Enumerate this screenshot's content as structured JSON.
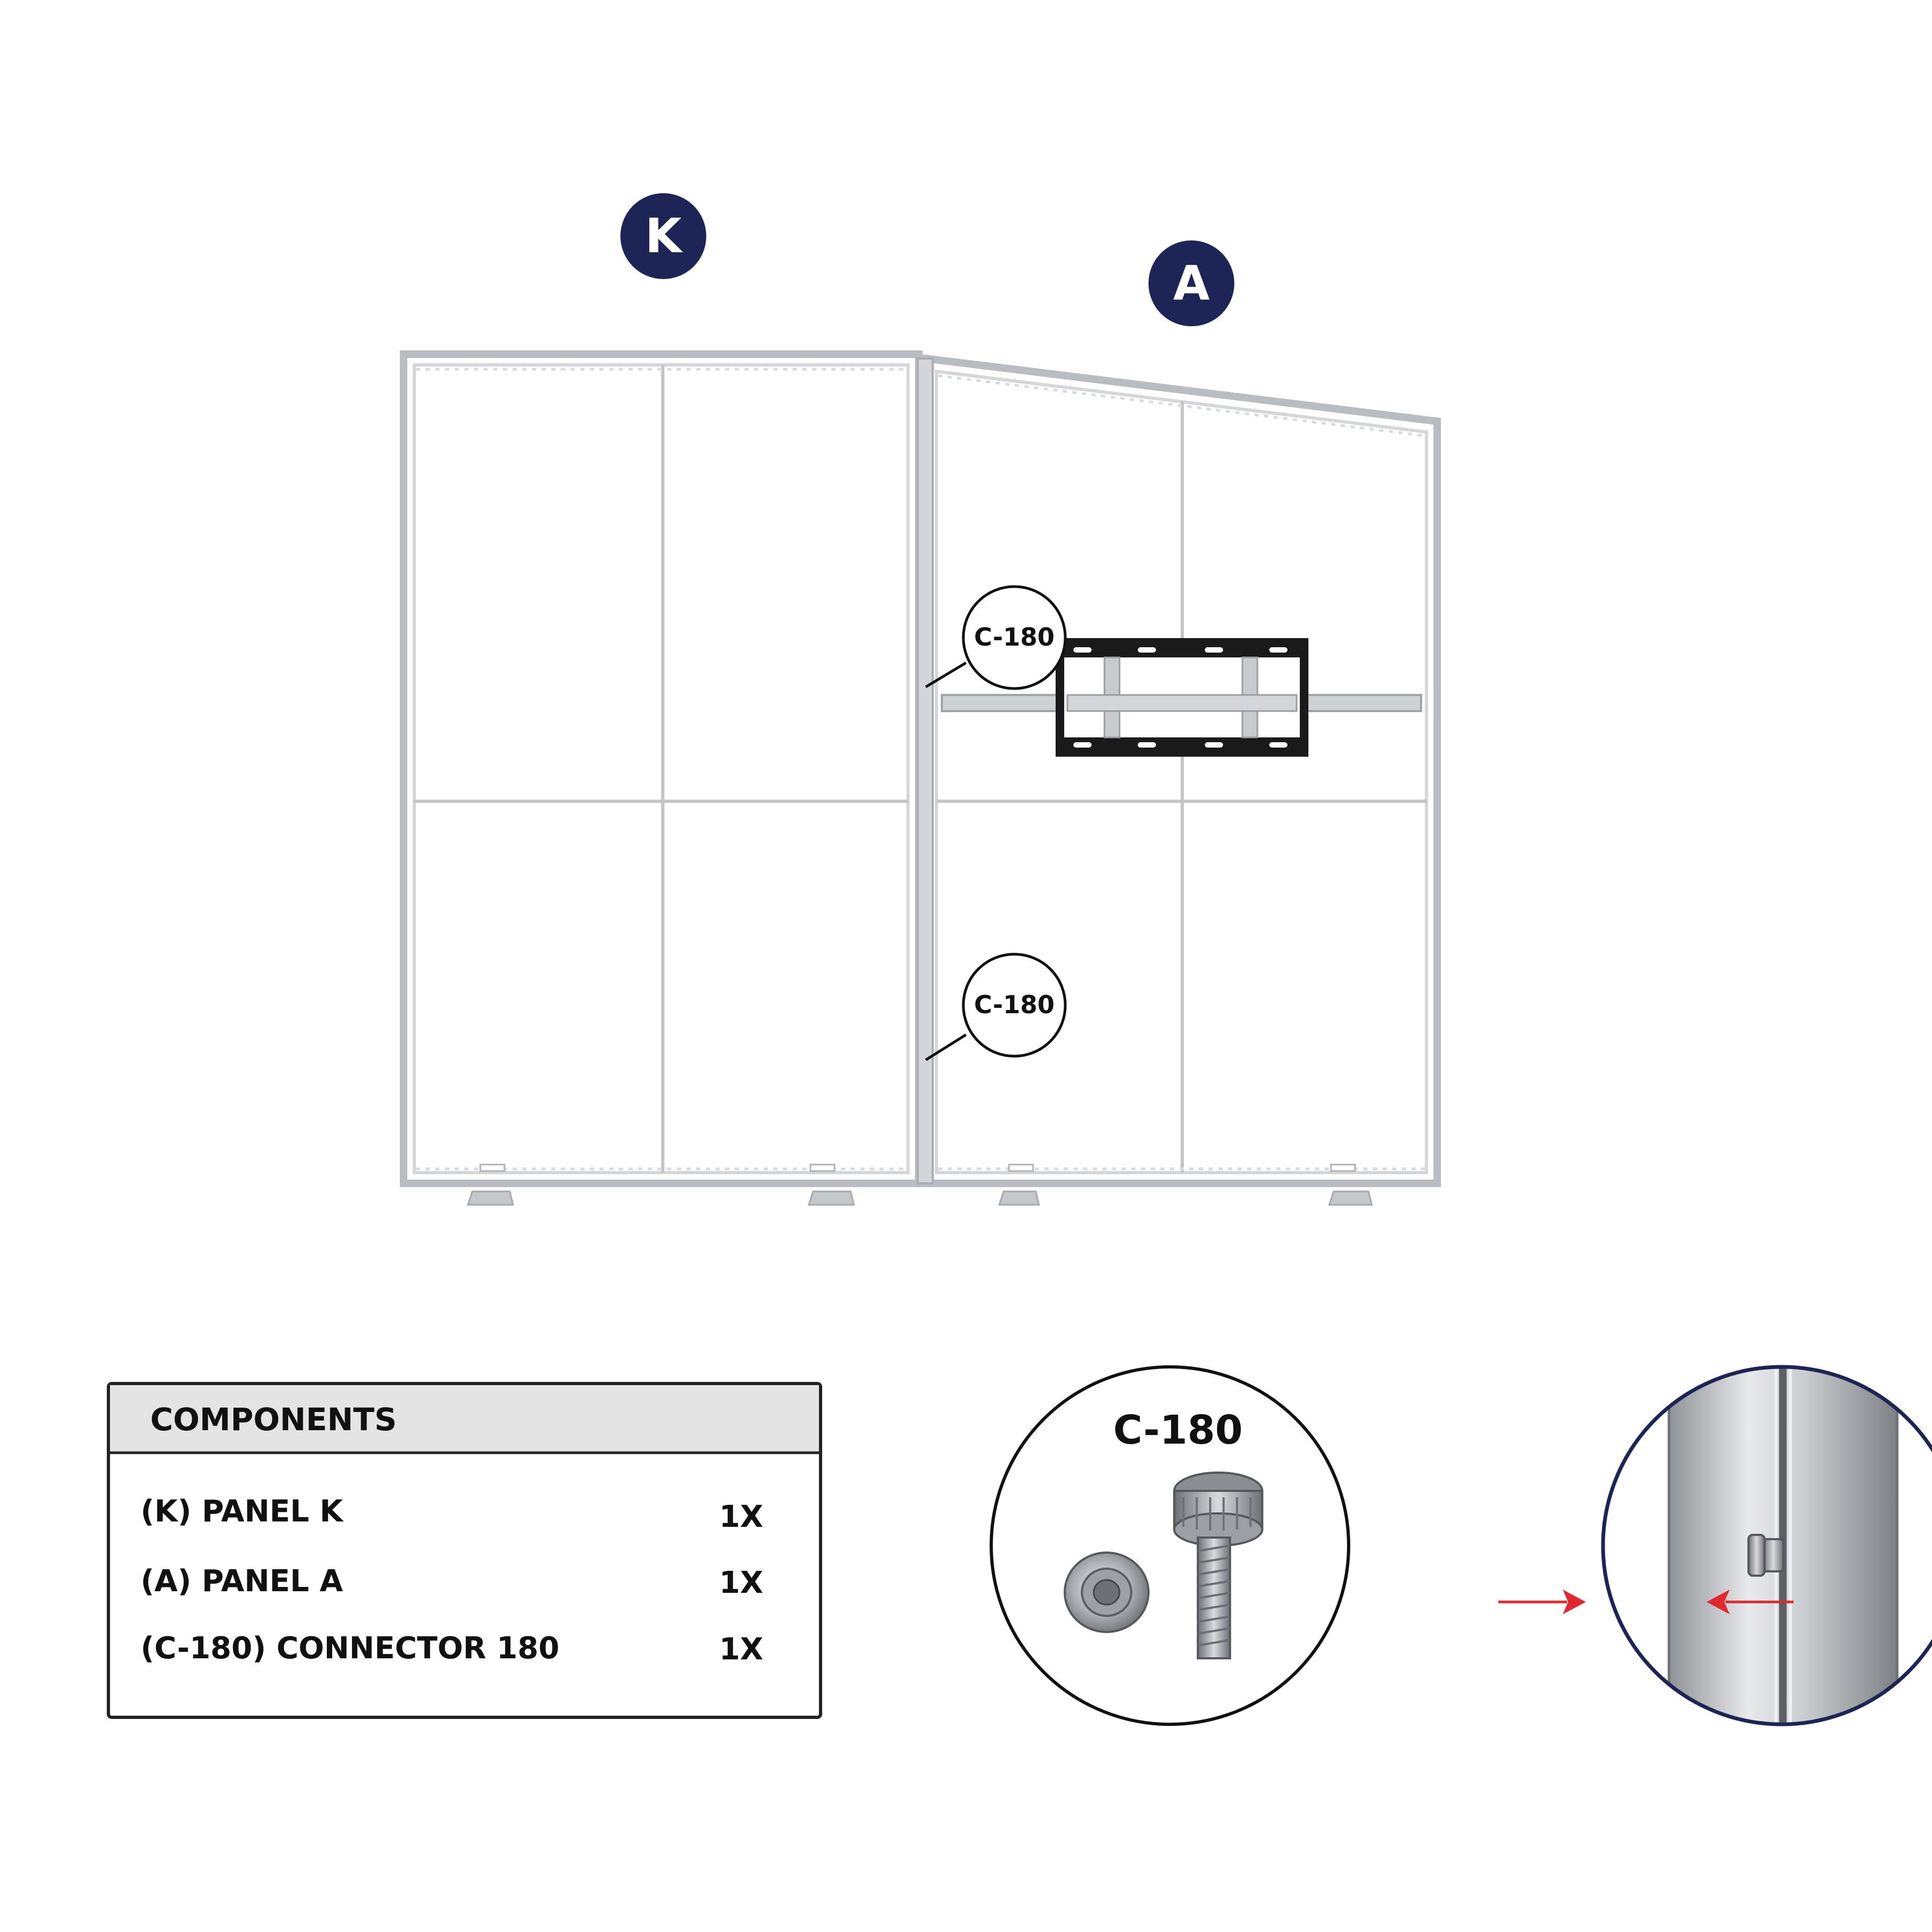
{
  "panels": {
    "k_label": "K",
    "a_label": "A"
  },
  "callouts": {
    "upper": "C-180",
    "lower": "C-180"
  },
  "components": {
    "title": "COMPONENTS",
    "rows": [
      {
        "name": "(K) PANEL K",
        "qty": "1X"
      },
      {
        "name": "(A) PANEL A",
        "qty": "1X"
      },
      {
        "name": "(C-180) CONNECTOR 180",
        "qty": "1X"
      }
    ]
  },
  "detail": {
    "connector_title": "C-180"
  },
  "colors": {
    "badge": "#1c2556",
    "frame": "#b9bcc0",
    "tv_mount": "#1a1a1a",
    "arrow": "#e0282e",
    "table_header": "#e4e4e4"
  },
  "icons": [
    "screw-icon",
    "barrel-nut-icon",
    "arrow-right-icon",
    "arrow-left-icon"
  ]
}
